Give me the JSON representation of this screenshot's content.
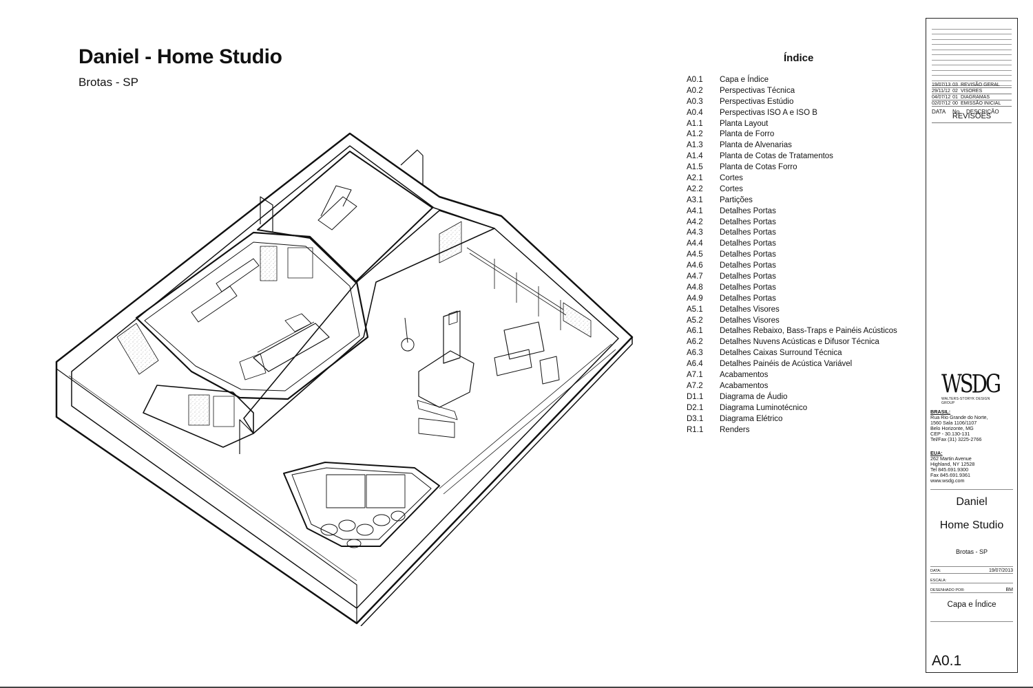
{
  "header": {
    "title": "Daniel - Home Studio",
    "subtitle": "Brotas - SP"
  },
  "index": {
    "title": "Índice",
    "items": [
      {
        "code": "A0.1",
        "label": "Capa e Índice"
      },
      {
        "code": "A0.2",
        "label": "Perspectivas Técnica"
      },
      {
        "code": "A0.3",
        "label": "Perspectivas Estúdio"
      },
      {
        "code": "A0.4",
        "label": "Perspectivas ISO A e ISO B"
      },
      {
        "code": "A1.1",
        "label": "Planta Layout"
      },
      {
        "code": "A1.2",
        "label": "Planta de Forro"
      },
      {
        "code": "A1.3",
        "label": "Planta de Alvenarias"
      },
      {
        "code": "A1.4",
        "label": "Planta de Cotas de Tratamentos"
      },
      {
        "code": "A1.5",
        "label": "Planta de Cotas Forro"
      },
      {
        "code": "A2.1",
        "label": "Cortes"
      },
      {
        "code": "A2.2",
        "label": "Cortes"
      },
      {
        "code": "A3.1",
        "label": "Partições"
      },
      {
        "code": "A4.1",
        "label": "Detalhes Portas"
      },
      {
        "code": "A4.2",
        "label": "Detalhes Portas"
      },
      {
        "code": "A4.3",
        "label": "Detalhes Portas"
      },
      {
        "code": "A4.4",
        "label": "Detalhes Portas"
      },
      {
        "code": "A4.5",
        "label": "Detalhes Portas"
      },
      {
        "code": "A4.6",
        "label": "Detalhes Portas"
      },
      {
        "code": "A4.7",
        "label": "Detalhes Portas"
      },
      {
        "code": "A4.8",
        "label": "Detalhes Portas"
      },
      {
        "code": "A4.9",
        "label": "Detalhes Portas"
      },
      {
        "code": "A5.1",
        "label": "Detalhes Visores"
      },
      {
        "code": "A5.2",
        "label": "Detalhes Visores"
      },
      {
        "code": "A6.1",
        "label": "Detalhes Rebaixo, Bass-Traps e Painéis Acústicos"
      },
      {
        "code": "A6.2",
        "label": "Detalhes Nuvens Acústicas e Difusor Técnica"
      },
      {
        "code": "A6.3",
        "label": "Detalhes Caixas Surround Técnica"
      },
      {
        "code": "A6.4",
        "label": "Detalhes Painéis de Acústica Variável"
      },
      {
        "code": "A7.1",
        "label": "Acabamentos"
      },
      {
        "code": "A7.2",
        "label": "Acabamentos"
      },
      {
        "code": "D1.1",
        "label": "Diagrama de Áudio"
      },
      {
        "code": "D2.1",
        "label": "Diagrama Luminotécnico"
      },
      {
        "code": "D3.1",
        "label": "Diagrama Elétrico"
      },
      {
        "code": "R1.1",
        "label": "Renders"
      }
    ]
  },
  "title_block": {
    "revisions": [
      {
        "date": "19/07/13",
        "no": "03",
        "desc": "REVISÃO GERAL"
      },
      {
        "date": "29/11/12",
        "no": "02",
        "desc": "VISORES"
      },
      {
        "date": "04/07/12",
        "no": "01",
        "desc": "DIAGRAMAS"
      },
      {
        "date": "02/07/12",
        "no": "00",
        "desc": "EMISSÃO INICIAL"
      }
    ],
    "rev_headers": {
      "date": "DATA",
      "no": "No.",
      "desc": "DESCRIÇÃO"
    },
    "rev_label": "REVISÕES",
    "logo": {
      "text": "WSDG",
      "sub": "WALTERS-STORYK DESIGN GROUP"
    },
    "brasil": {
      "heading": "BRASIL:",
      "lines": [
        "Rua Rio Grande do Norte,",
        "1560 Sala 1106/1107",
        "Belo Horizonte, MG",
        "CEP - 30.130-131",
        "Tel/Fax (31) 3225-2766"
      ]
    },
    "eua": {
      "heading": "EUA:",
      "lines": [
        "262 Martin Avenue",
        "Highland, NY 12528",
        "Tel  845.691.9300",
        "Fax  845.691.9361",
        "www.wsdg.com"
      ]
    },
    "project_line1": "Daniel",
    "project_line2": "Home Studio",
    "project_location": "Brotas - SP",
    "meta": {
      "date_label": "DATA:",
      "date_value": "19/07/2013",
      "scale_label": "ESCALA:",
      "scale_value": "",
      "drawn_label": "DESENHADO POR:",
      "drawn_value": "BM"
    },
    "sheet_name": "Capa e Índice",
    "sheet_number": "A0.1"
  }
}
